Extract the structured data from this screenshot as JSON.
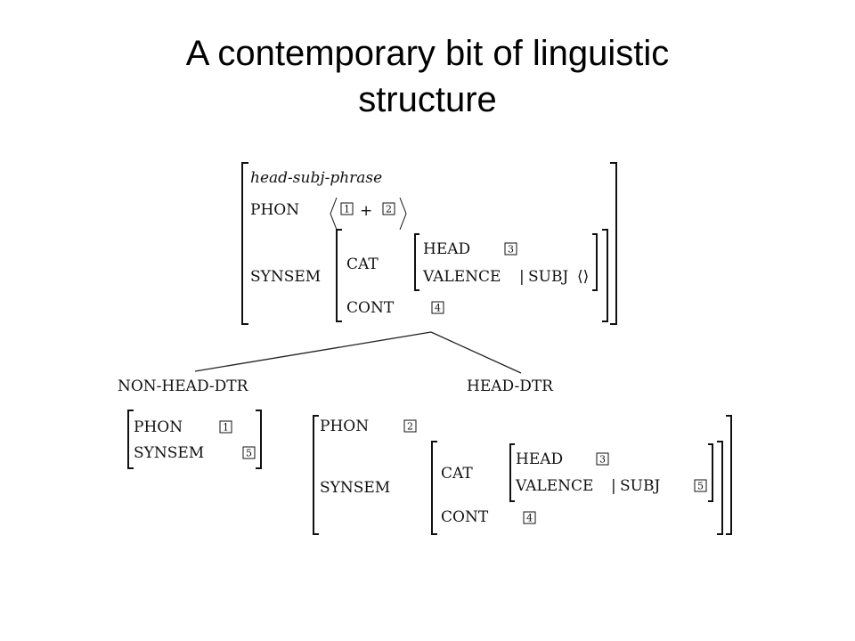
{
  "slide": {
    "title_line1": "A contemporary bit of linguistic",
    "title_line2": "structure"
  },
  "avm": {
    "type": "head-subj-phrase",
    "phon_label": "PHON",
    "synsem_label": "SYNSEM",
    "cat_label": "CAT",
    "cont_label": "CONT",
    "head_label": "HEAD",
    "valence_label": "VALENCE",
    "subj_label": "SUBJ",
    "tags": {
      "t1": "1",
      "t2": "2",
      "t3": "3",
      "t4": "4",
      "t5": "5"
    },
    "plus": "+",
    "bar": "|",
    "empty_list": "⟨⟩",
    "angle_open": "⟨",
    "angle_close": "⟩"
  },
  "daughters": {
    "non_head_label": "NON-HEAD-DTR",
    "head_label": "HEAD-DTR"
  }
}
